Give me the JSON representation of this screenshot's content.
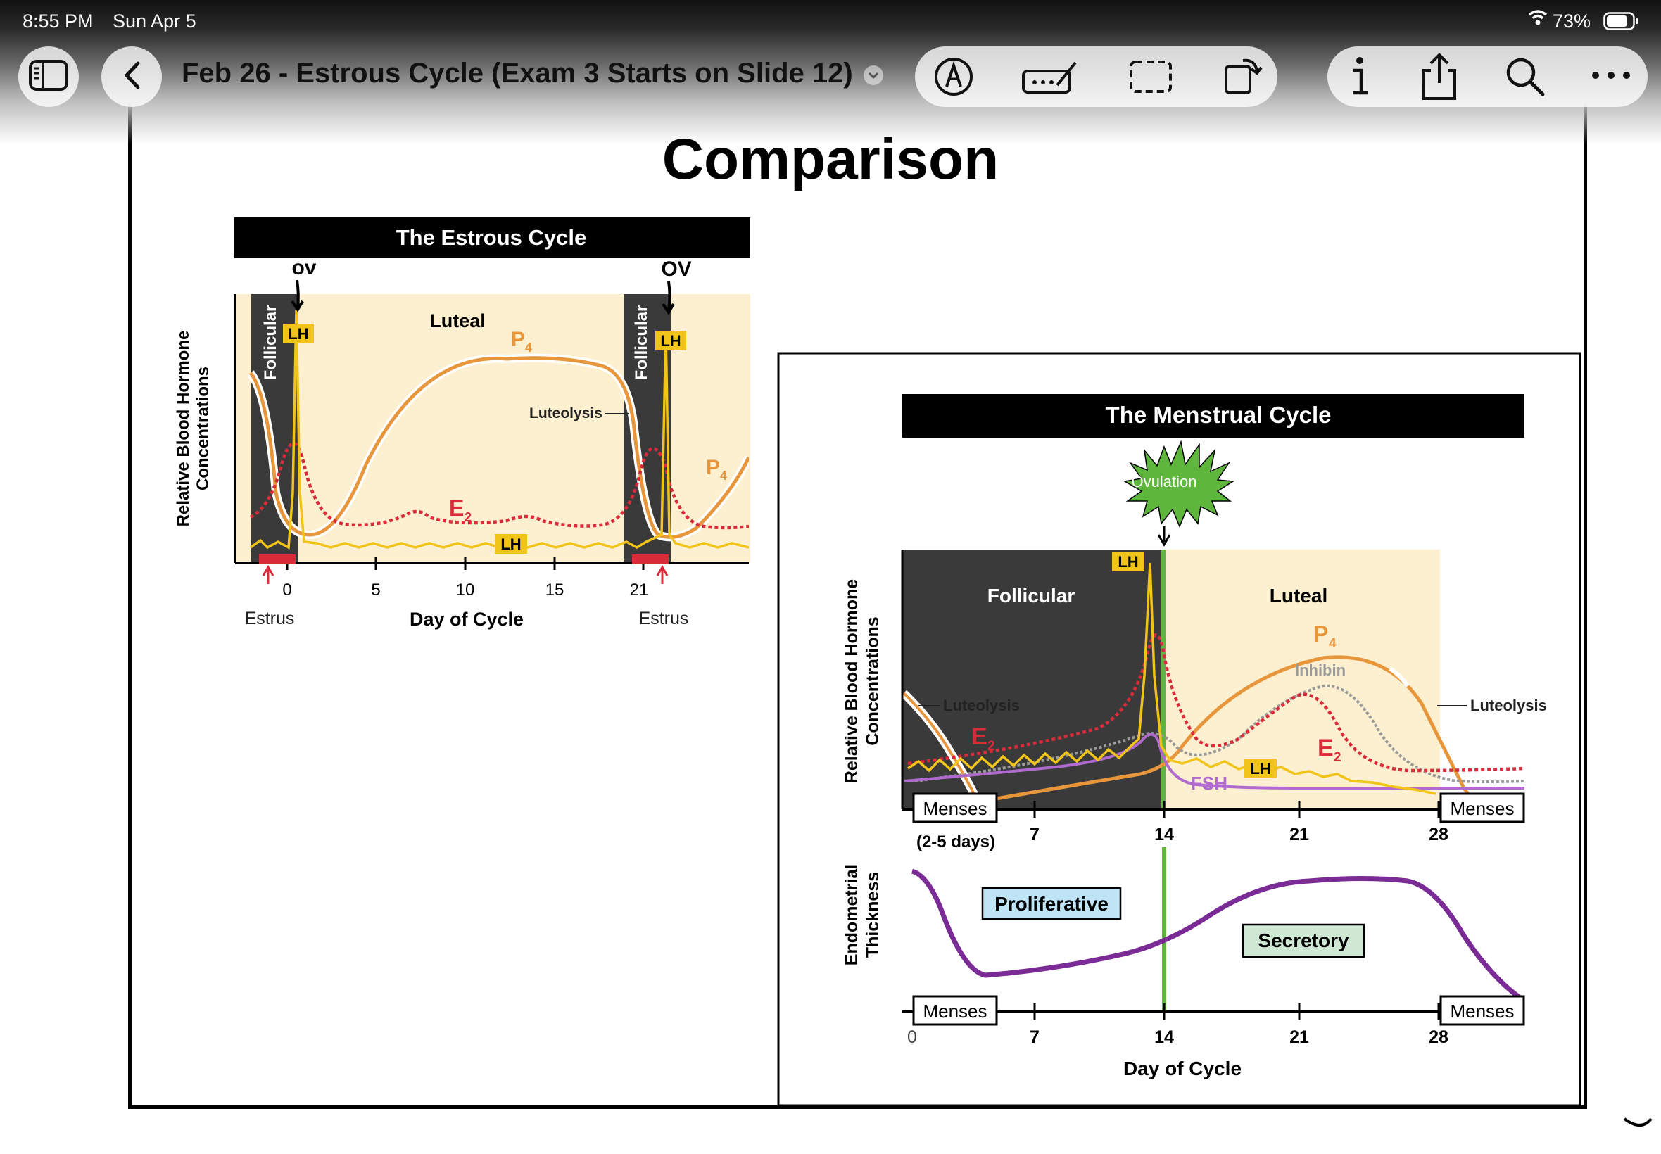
{
  "status_bar": {
    "time": "8:55 PM",
    "date": "Sun Apr 5",
    "battery": "73%"
  },
  "toolbar": {
    "doc_title": "Feb 26 - Estrous Cycle (Exam 3 Starts on Slide 12)",
    "icons": [
      "sidebar-icon",
      "back-chevron-icon",
      "markup-pen-icon",
      "signature-icon",
      "selection-icon",
      "rotate-icon",
      "info-icon",
      "share-icon",
      "search-icon",
      "more-icon"
    ]
  },
  "slide": {
    "title": "Comparison"
  },
  "estrous_chart": {
    "banner": "The Estrous Cycle",
    "ylabel_line1": "Relative Blood Hormone",
    "ylabel_line2": "Concentrations",
    "xlabel": "Day of Cycle",
    "ov_left": "ov",
    "ov_right": "OV",
    "follicular_left": "Follicular",
    "follicular_right": "Follicular",
    "luteal": "Luteal",
    "p4": "P",
    "p4_sub": "4",
    "p4_right": "P",
    "e2": "E",
    "e2_sub": "2",
    "lh_left": "LH",
    "lh_right": "LH",
    "lh_base": "LH",
    "luteolysis": "Luteolysis",
    "estrus_left": "Estrus",
    "estrus_right": "Estrus",
    "ticks": [
      "0",
      "5",
      "10",
      "15",
      "21"
    ]
  },
  "menstrual_chart": {
    "banner": "The Menstrual Cycle",
    "ovulation": "Ovulation",
    "ylabel_line1": "Relative Blood Hormone",
    "ylabel_line2": "Concentrations",
    "endo_line1": "Endometrial",
    "endo_line2": "Thickness",
    "follicular": "Follicular",
    "luteal": "Luteal",
    "p4": "P",
    "p4_sub": "4",
    "inhibin": "Inhibin",
    "e2_left": "E",
    "e2_right": "E",
    "e2_sub": "2",
    "lh_top": "LH",
    "lh_mid": "LH",
    "fsh": "FSH",
    "luteolysis_left": "Luteolysis",
    "luteolysis_right": "Luteolysis",
    "menses": "Menses",
    "menses_days": "(2-5 days)",
    "proliferative": "Proliferative",
    "secretory": "Secretory",
    "ticks_top": [
      "7",
      "14",
      "21",
      "28"
    ],
    "ticks_bottom": [
      "0",
      "7",
      "14",
      "21",
      "28"
    ],
    "xlabel": "Day of Cycle"
  },
  "colors": {
    "p4": "#e8963c",
    "e2": "#d92b3a",
    "lh": "#f0c419",
    "fsh": "#b06ad0",
    "inhibin": "#9a9a9a",
    "endometrium": "#7a2b95",
    "ovulation": "#5eb63d"
  }
}
